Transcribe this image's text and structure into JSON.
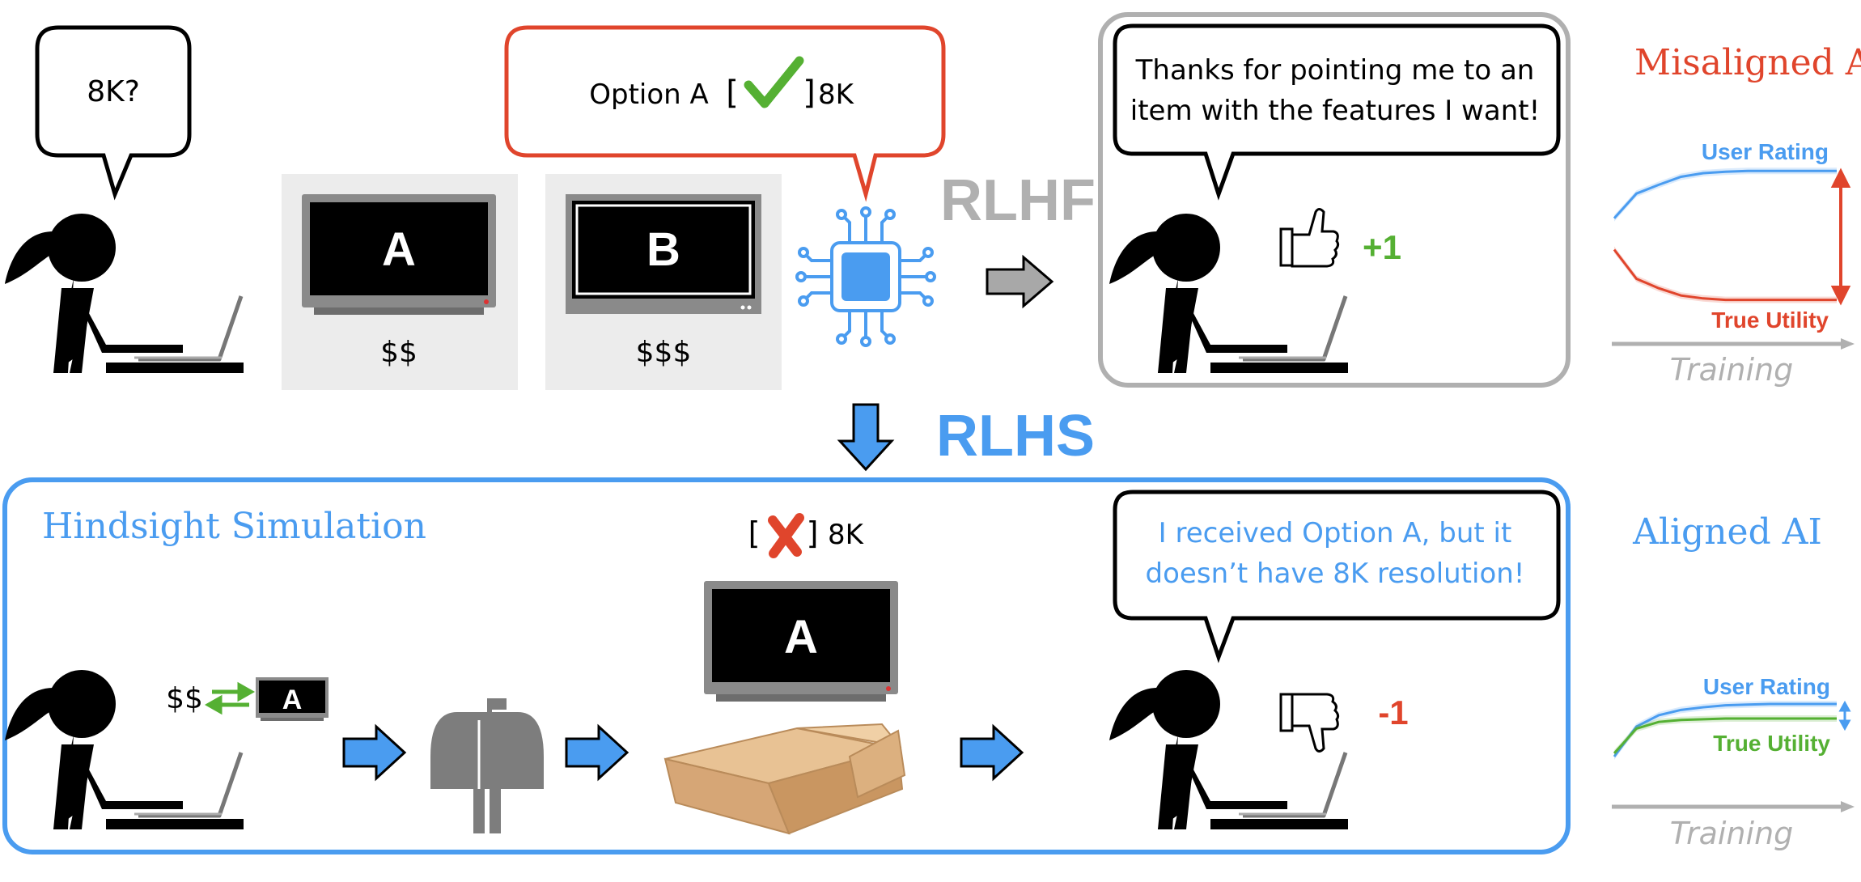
{
  "colors": {
    "red": "#e0452c",
    "blue": "#4a9cf0",
    "green": "#55b033",
    "gray": "#b0b0b0",
    "panel": "#ececec"
  },
  "top": {
    "user_bubble": "8K?",
    "ai_bubble": {
      "prefix": "Option A",
      "bracket_open": "[",
      "bracket_close": "]",
      "suffix": "8K",
      "mark_icon": "check-icon"
    },
    "products": [
      {
        "label": "A",
        "price": "$$"
      },
      {
        "label": "B",
        "price": "$$$"
      }
    ],
    "ai_icon": "chip-icon",
    "method": "RLHF",
    "feedback_line1": "Thanks for pointing me to an",
    "feedback_line2": "item with the features I want!",
    "rating_icon": "thumbs-up-icon",
    "rating": "+1"
  },
  "middle": {
    "method": "RLHS"
  },
  "bottom": {
    "title": "Hindsight Simulation",
    "exchange_price": "$$",
    "exchange_tv_label": "A",
    "exchange_icon": "exchange-arrows-icon",
    "mailbox_icon": "mailbox-icon",
    "box_icon": "cardboard-box-icon",
    "received_tv_label": "A",
    "check_bracket_open": "[",
    "check_bracket_close": "]",
    "check_suffix": "8K",
    "check_mark_icon": "x-mark-icon",
    "feedback_line1": "I received Option A, but it",
    "feedback_line2": "doesn’t have 8K resolution!",
    "rating_icon": "thumbs-down-icon",
    "rating": "-1"
  },
  "right_top": {
    "title": "Misaligned AI",
    "chart_data": {
      "type": "line",
      "xlabel": "Training",
      "ylabel": "",
      "ylim": [
        0,
        1
      ],
      "x": [
        0,
        1,
        2,
        3,
        4,
        5,
        6,
        7,
        8,
        9,
        10
      ],
      "series": [
        {
          "name": "User Rating",
          "color": "#4a9cf0",
          "values": [
            0.28,
            0.62,
            0.74,
            0.85,
            0.9,
            0.92,
            0.93,
            0.93,
            0.93,
            0.93,
            0.93
          ]
        },
        {
          "name": "True Utility",
          "color": "#e0452c",
          "values": [
            -0.15,
            -0.55,
            -0.68,
            -0.78,
            -0.82,
            -0.84,
            -0.84,
            -0.84,
            -0.84,
            -0.84,
            -0.84
          ]
        }
      ]
    }
  },
  "right_bottom": {
    "title": "Aligned AI",
    "chart_data": {
      "type": "line",
      "xlabel": "Training",
      "ylabel": "",
      "ylim": [
        0,
        1
      ],
      "x": [
        0,
        1,
        2,
        3,
        4,
        5,
        6,
        7,
        8,
        9,
        10
      ],
      "series": [
        {
          "name": "User Rating",
          "color": "#4a9cf0",
          "values": [
            0.0,
            0.45,
            0.62,
            0.7,
            0.74,
            0.77,
            0.78,
            0.79,
            0.79,
            0.79,
            0.79
          ]
        },
        {
          "name": "True Utility",
          "color": "#55b033",
          "values": [
            0.05,
            0.42,
            0.52,
            0.55,
            0.56,
            0.57,
            0.57,
            0.57,
            0.57,
            0.57,
            0.57
          ]
        }
      ]
    }
  }
}
